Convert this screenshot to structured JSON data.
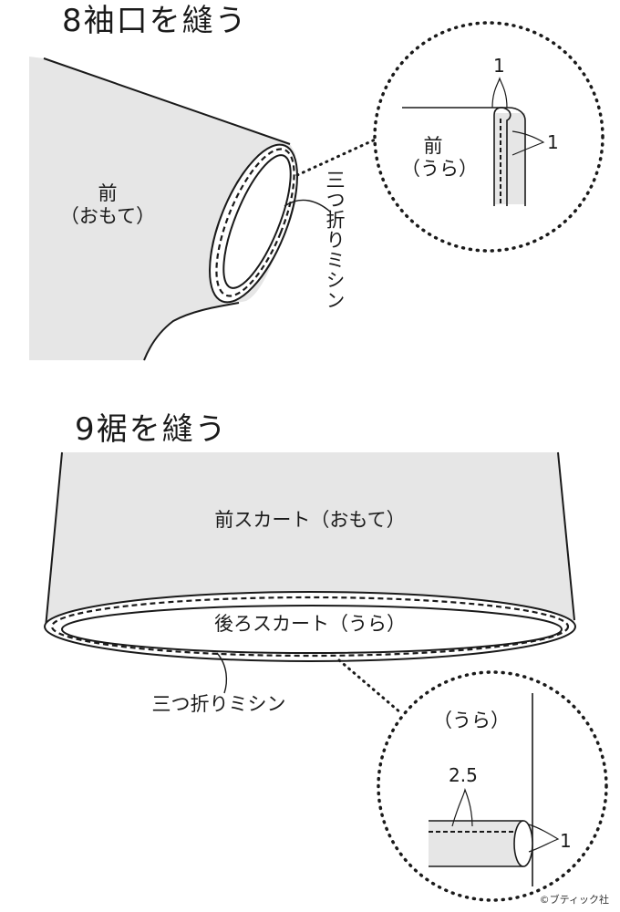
{
  "step8": {
    "title": "8袖口を縫う",
    "front_label_line1": "前",
    "front_label_line2": "（おもて）",
    "stitch_label": "三つ折りミシン",
    "detail": {
      "front_label_line1": "前",
      "front_label_line2": "（うら）",
      "measure_top": "1",
      "measure_right": "1"
    }
  },
  "step9": {
    "title": "9裾を縫う",
    "front_skirt_label": "前スカート（おもて）",
    "back_skirt_label": "後ろスカート（うら）",
    "stitch_label": "三つ折りミシン",
    "detail": {
      "wrong_side_label": "（うら）",
      "measure_fold": "2.5",
      "measure_edge": "1"
    }
  },
  "credit": "©ブティック社",
  "colors": {
    "fabric_fill": "#e6e6e6",
    "line": "#1a1a1a",
    "background": "#ffffff"
  }
}
